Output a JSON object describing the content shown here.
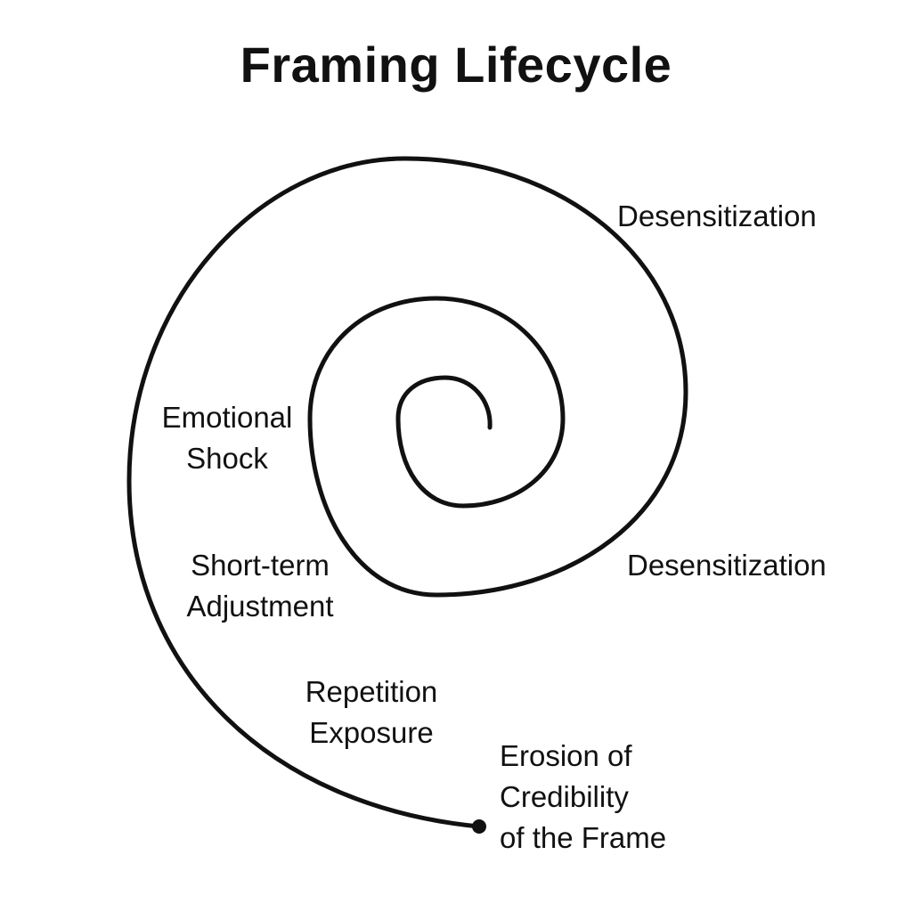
{
  "title": "Framing Lifecycle",
  "colors": {
    "stroke": "#111111",
    "background": "#ffffff"
  },
  "labels": {
    "desensitization_outer": "Desensitization",
    "emotional_shock": [
      "Emotional",
      "Shock"
    ],
    "desensitization_inner": "Desensitization",
    "short_term_adjustment": [
      "Short-term",
      "Adjustment"
    ],
    "repetition_exposure": [
      "Repetition",
      "Exposure"
    ],
    "erosion": [
      "Erosion of",
      "Credibility",
      "of the Frame"
    ]
  }
}
